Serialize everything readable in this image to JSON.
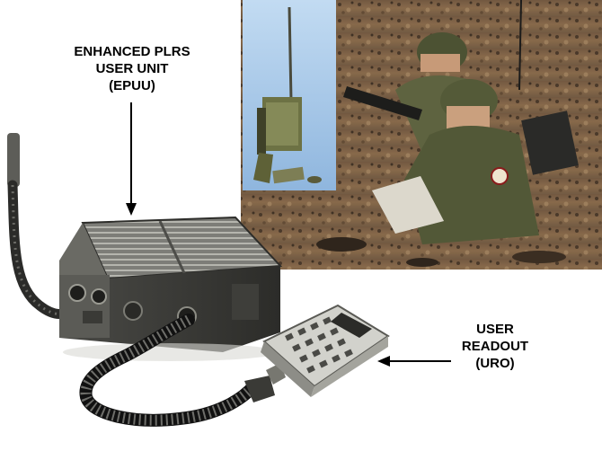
{
  "labels": {
    "epuu": {
      "line1": "ENHANCED PLRS",
      "line2": "USER UNIT",
      "line3": "(EPUU)"
    },
    "uro": {
      "line1": "USER",
      "line2": "READOUT",
      "line3": "(URO)"
    }
  },
  "colors": {
    "background": "#ffffff",
    "text": "#000000",
    "equipment": "#3c3c38",
    "photo_sky": "#a9c9e8",
    "field_ground": "#8a6a4c",
    "uniform": "#5e6340"
  },
  "icons": {
    "epuu_pointer": "arrow-down-icon",
    "uro_pointer": "arrow-left-icon"
  }
}
